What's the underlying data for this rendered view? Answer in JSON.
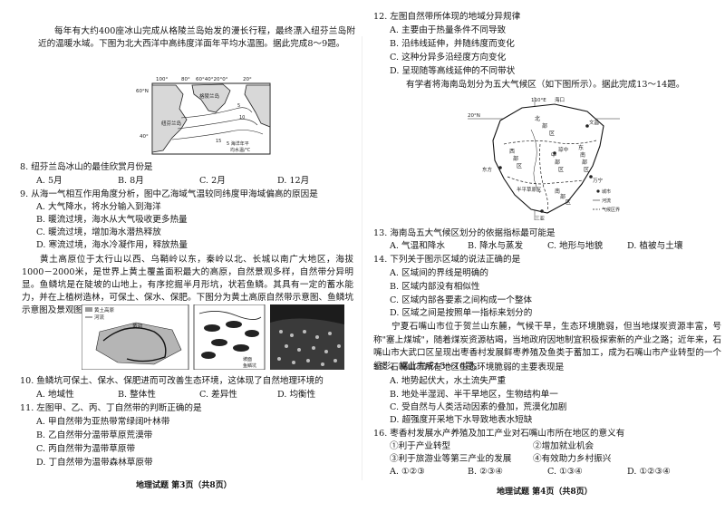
{
  "left": {
    "intro1": "每年有大约400座冰山完成从格陵兰岛始发的漫长行程，最终漂入纽芬兰岛附近的温暖水域。下图为北大西洋中高纬度洋面年平均水温图。据此完成8～9题。",
    "map1": {
      "lon_labels": [
        "100°",
        "80°",
        "60°40°20°0°",
        "20°"
      ],
      "lat_labels": [
        "60°N",
        "40°"
      ],
      "place_labels": [
        "格陵兰岛",
        "纽芬兰岛"
      ],
      "legend": [
        "5 海洋年平",
        "均水温/℃"
      ],
      "isotherms": [
        "5",
        "10",
        "15"
      ]
    },
    "q8": {
      "stem": "8. 纽芬兰岛冰山的最佳欣赏月份是",
      "options": [
        "A. 5月",
        "B. 8月",
        "C. 2月",
        "D. 12月"
      ]
    },
    "q9": {
      "stem": "9. 从海一气相互作用角度分析，图中乙海域气温较同纬度甲海域偏高的原因是",
      "options": [
        "A. 大气降水，将水分输入到海洋",
        "B. 暖流过境，海水从大气吸收更多热量",
        "C. 暖流过境，增加海水潜热释放",
        "D. 寒流过境，海水冷凝作用，释放热量"
      ]
    },
    "intro2": "黄土高原位于太行山以西、乌鞘岭以东，秦岭以北、长城以南广大地区，海拔1000－2000米，是世界上黄土覆盖面积最大的高原，自然景观多样，自然带分异明显。鱼鳞坑是在陡坡的山地上，有序挖掘半月形坑，状若鱼鳞。其具有一定的蓄水能力，并在上植树造林，可保土、保水、保肥。下图分为黄土高原自然带示意图、鱼鳞坑示意图及景观图。据此完成10～12题。",
    "fig2": {
      "legend_a": "黄土高原",
      "legend_b": "河流",
      "river_label": "黄河",
      "slope_labels": [
        "坡面",
        "鱼鳞坑"
      ]
    },
    "q10": {
      "stem": "10. 鱼鳞坑可保土、保水、保肥进而可改善生态环境，这体现了自然地理环境的",
      "options": [
        "A. 地域性",
        "B. 整体性",
        "C. 差异性",
        "D. 均衡性"
      ]
    },
    "q11": {
      "stem": "11. 左图甲、乙、丙、丁自然带的判断正确的是",
      "options": [
        "A. 甲自然带为亚热带常绿阔叶林带",
        "B. 乙自然带分温带草原荒漠带",
        "C. 丙自然带为温带草原带",
        "D. 丁自然带为温带森林草原带"
      ]
    },
    "footer": "地理试题 第3页（共8页）"
  },
  "right": {
    "q12": {
      "stem": "12. 左图自然带所体现的地域分异规律",
      "options": [
        "A. 主要由于热量条件不同导致",
        "B. 沿纬线延伸，并随纬度而变化",
        "C. 这种分异多沿经度方向变化",
        "D. 呈现随等高线延伸的不同带状"
      ]
    },
    "intro3": "有学者将海南岛划分为五大气候区（如下图所示）。据此完成13～14题。",
    "map2": {
      "top_labels": [
        "110°E",
        "海口"
      ],
      "lat_label": "20°N",
      "zone_labels": [
        "北",
        "部",
        "区",
        "西",
        "部",
        "区",
        "中",
        "部",
        "区",
        "东",
        "南",
        "部",
        "区",
        "南",
        "部",
        "区"
      ],
      "city_labels": [
        "东方",
        "文昌",
        "琼中",
        "万宁"
      ],
      "sub_label": "半平草原区",
      "sanya": "三亚",
      "legend": [
        "城市",
        "河流",
        "气候区界"
      ]
    },
    "q13": {
      "stem": "13. 海南岛五大气候区划分的依据指标最可能是",
      "options": [
        "A. 气温和降水",
        "B. 降水与蒸发",
        "C. 地形与地貌",
        "D. 植被与土壤"
      ]
    },
    "q14": {
      "stem": "14. 下列关于图示区域的说法正确的是",
      "options": [
        "A. 区域间的界线是明确的",
        "B. 区域内部没有相似性",
        "C. 区域内部各要素之间构成一个整体",
        "D. 区域之间是按照单一指标来划分的"
      ]
    },
    "intro4": "宁夏石嘴山市位于贺兰山东麓，气候干旱，生态环境脆弱，但当地煤炭资源丰富，号称\"塞上煤城\"，随着煤炭资源枯竭，当地政府因地制宜积极探索新的产业之路；近年来，石嘴山市大武口区呈现出枣香村发展鲜枣养殖及鱼类于蓄加工，成为石嘴山市产业转型的一个缩影。据此完成15～16题。",
    "q15": {
      "stem": "15. 石嘴山市所在地区生态环境脆弱的主要表现是",
      "options": [
        "A. 地势起伏大，水土流失严重",
        "B. 地处半湿润、半干旱地区，生物结构单一",
        "C. 受自然与人类活动因素的叠加，荒漠化加剧",
        "D. 超强度开采地下水导致地表水短缺"
      ]
    },
    "q16": {
      "stem": "16. 枣香村发展水产养殖及加工产业对石嘴山市所在地区的意义有",
      "choices": [
        "①利于产业转型",
        "②增加就业机会",
        "③利于旅游业等第三产业的发展",
        "④有效助力乡村振兴"
      ],
      "options": [
        "A. ①②③",
        "B. ②③④",
        "C. ①③④",
        "D. ①②③④"
      ]
    },
    "footer": "地理试题 第4页（共8页）"
  }
}
